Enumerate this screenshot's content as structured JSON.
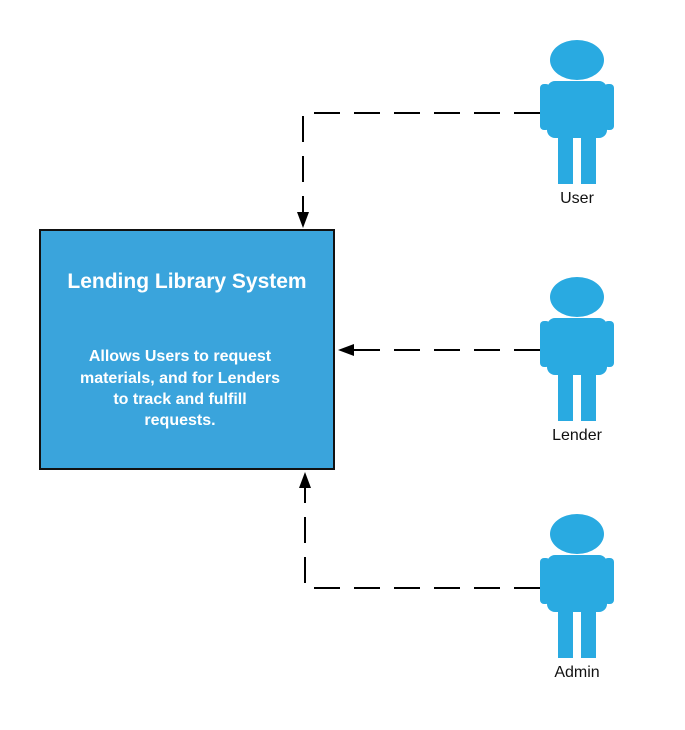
{
  "system": {
    "title": "Lending Library System",
    "description_lines": [
      "Allows Users to request",
      "materials, and for Lenders",
      "to track and fulfill",
      "requests."
    ]
  },
  "actors": [
    {
      "id": "user",
      "label": "User"
    },
    {
      "id": "lender",
      "label": "Lender"
    },
    {
      "id": "admin",
      "label": "Admin"
    }
  ],
  "colors": {
    "system_fill": "#3aa4dc",
    "system_border": "#111111",
    "actor_fill": "#29aae1",
    "connector": "#000000"
  }
}
